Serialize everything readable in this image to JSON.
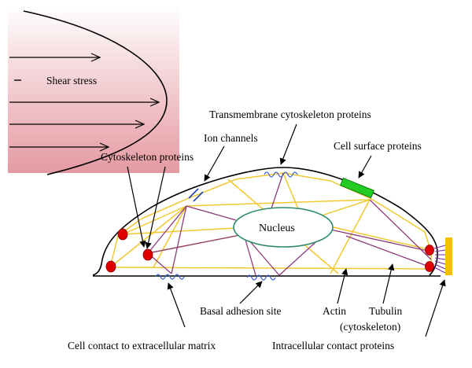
{
  "labels": {
    "shear_stress": "Shear stress",
    "transmembrane": "Transmembrane cytoskeleton proteins",
    "ion_channels": "Ion channels",
    "cell_surface": "Cell surface proteins",
    "cytoskeleton": "Cytoskeleton proteins",
    "nucleus": "Nucleus",
    "basal_adhesion": "Basal adhesion site",
    "actin": "Actin",
    "tubulin": "Tubulin",
    "tubulin_sub": "(cytoskeleton)",
    "ecm_contact": "Cell contact to extracellular matrix",
    "intracellular_contact": "Intracellular contact proteins"
  },
  "colors": {
    "shear_gradient_top": "#ffffff",
    "shear_gradient_bottom": "#e59aa2",
    "actin": "#f0c832",
    "tubulin": "#8b3a7a",
    "nucleus_outline": "#2e8b6a",
    "adhesion_red": "#e00000",
    "adhesion_blue": "#3a5fcd",
    "surface_protein": "#22cc22",
    "contact_bar": "#f5c000",
    "contact_fringe": "#7a2aa0"
  }
}
